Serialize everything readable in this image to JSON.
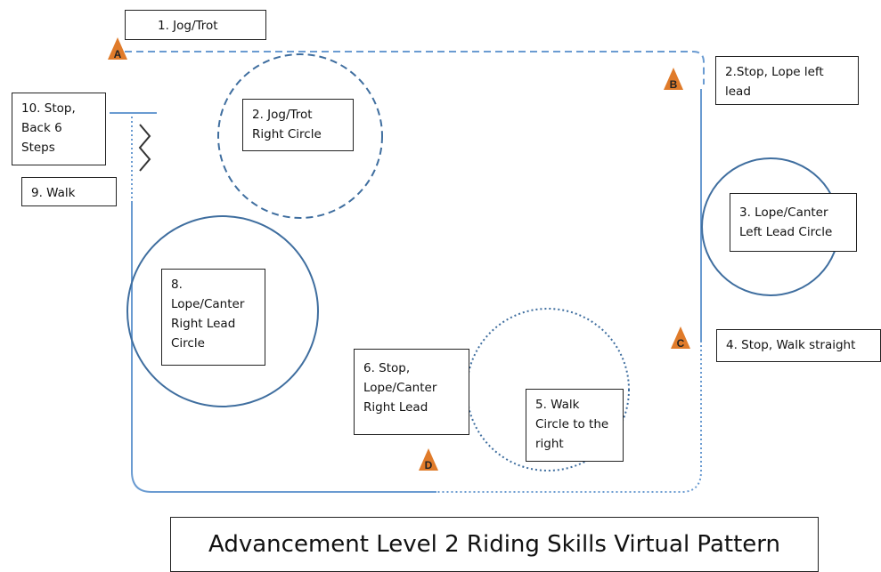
{
  "labels": {
    "step1": "1.   Jog/Trot",
    "step2_stop": "2.Stop, Lope left\nlead",
    "step2_circle": "2. Jog/Trot\nRight Circle",
    "step3": "3. Lope/Canter\nLeft Lead Circle",
    "step4": "4. Stop, Walk straight",
    "step5": "5. Walk\nCircle to the\nright",
    "step6": "6. Stop,\nLope/Canter\nRight Lead",
    "step8": "8.\nLope/Canter\nRight Lead\nCircle",
    "step9": "9. Walk",
    "step10": "10. Stop,\nBack 6\nSteps"
  },
  "markers": {
    "a": "A",
    "b": "B",
    "c": "C",
    "d": "D"
  },
  "title": "Advancement Level 2 Riding Skills Virtual Pattern",
  "colors": {
    "path": "#5b8fc7",
    "circle": "#3f6e9f",
    "marker": "#e07b2a",
    "zigzag": "#333333"
  }
}
